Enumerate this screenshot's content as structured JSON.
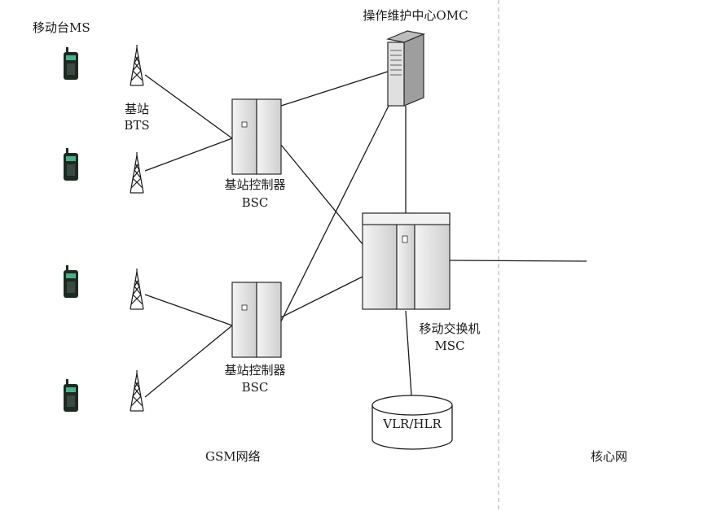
{
  "labels": {
    "ms": "移动台MS",
    "omc": "操作维护中心OMC",
    "bts_cn": "基站",
    "bts_en": "BTS",
    "bsc1_cn": "基站控制器",
    "bsc1_en": "BSC",
    "bsc2_cn": "基站控制器",
    "bsc2_en": "BSC",
    "msc_cn": "移动交换机",
    "msc_en": "MSC",
    "db": "VLR/HLR",
    "gsm": "GSM网络",
    "core": "核心网"
  },
  "colors": {
    "line": "#1a1a1a",
    "device": "#e8e8e8",
    "device_stroke": "#2a2a2a",
    "phone": "#1c2a22",
    "screen": "#4caf8a",
    "separator": "#aaaaaa"
  }
}
